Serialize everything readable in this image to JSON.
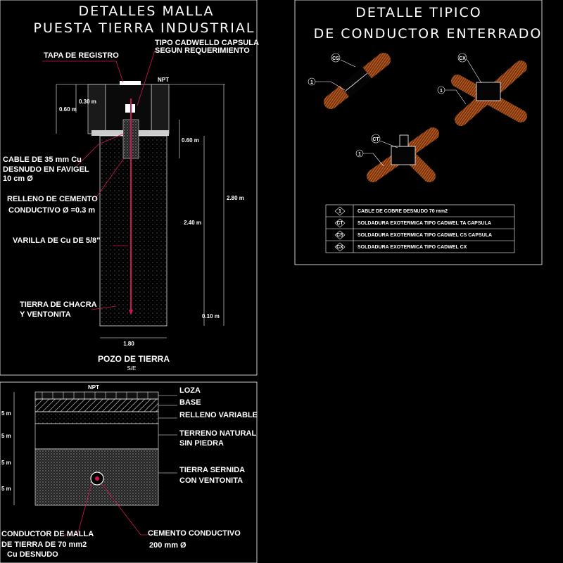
{
  "left_top": {
    "title1": "DETALLES MALLA",
    "title2": "PUESTA TIERRA INDUSTRIAL",
    "labels": {
      "tapa": "TAPA DE REGISTRO",
      "cadweld1": "TIPO CADWELLD CAPSULA",
      "cadweld2": "SEGUN REQUERIMIENTO",
      "npt": "NPT",
      "cable1": "CABLE DE 35 mm Cu",
      "cable2": "DESNUDO EN FAVIGEL",
      "cable3": "10 cm Ø",
      "relleno1": "RELLENO DE CEMENTO",
      "relleno2": "CONDUCTIVO  Ø =0.3 m",
      "varilla": "VARILLA DE Cu DE 5/8\"",
      "tierra1": "TIERRA DE CHACRA",
      "tierra2": "Y VENTONITA"
    },
    "dims": {
      "d030": "0.30 m",
      "d060a": "0.60 m",
      "d060b": "0.60 m",
      "d280": "2.80 m",
      "d240": "2.40 m",
      "d010": "0.10 m",
      "d180": "1.80"
    },
    "caption": "POZO DE TIERRA",
    "scale": "S/E"
  },
  "right_top": {
    "title1": "DETALLE TIPICO",
    "title2": "DE CONDUCTOR ENTERRADO",
    "tags": {
      "cs": "CS",
      "cx": "CX",
      "ct": "CT",
      "one": "1"
    },
    "legend": [
      {
        "code": "1",
        "desc": "CABLE DE COBRE DESNUDO 70 mm2"
      },
      {
        "code": "CT",
        "desc": "SOLDADURA EXOTERMICA TIPO CADWEL TA CAPSULA"
      },
      {
        "code": "CS",
        "desc": "SOLDADURA EXOTERMICA TIPO CADWEL CS CAPSULA"
      },
      {
        "code": "CX",
        "desc": "SOLDADURA EXOTERMICA TIPO CADWEL CX"
      }
    ]
  },
  "left_bottom": {
    "npt": "NPT",
    "dims": [
      "5 m",
      "5 m",
      "5 m",
      "5 m"
    ],
    "layers": {
      "loza": "LOZA",
      "base": "BASE",
      "relleno": "RELLENO VARIABLE",
      "terreno1": "TERRENO NATURAL",
      "terreno2": "SIN PIEDRA",
      "tierra1": "TIERRA SERNIDA",
      "tierra2": "CON VENTONITA"
    },
    "conductor1": "CONDUCTOR DE MALLA",
    "conductor2": "DE TIERRA DE 70 mm2",
    "conductor3": "Cu DESNUDO",
    "cemento1": "CEMENTO CONDUCTIVO",
    "cemento2": "200 mm Ø"
  },
  "colors": {
    "leader": "#d0145a",
    "copper": "#c8641e",
    "line": "#ffffff"
  }
}
